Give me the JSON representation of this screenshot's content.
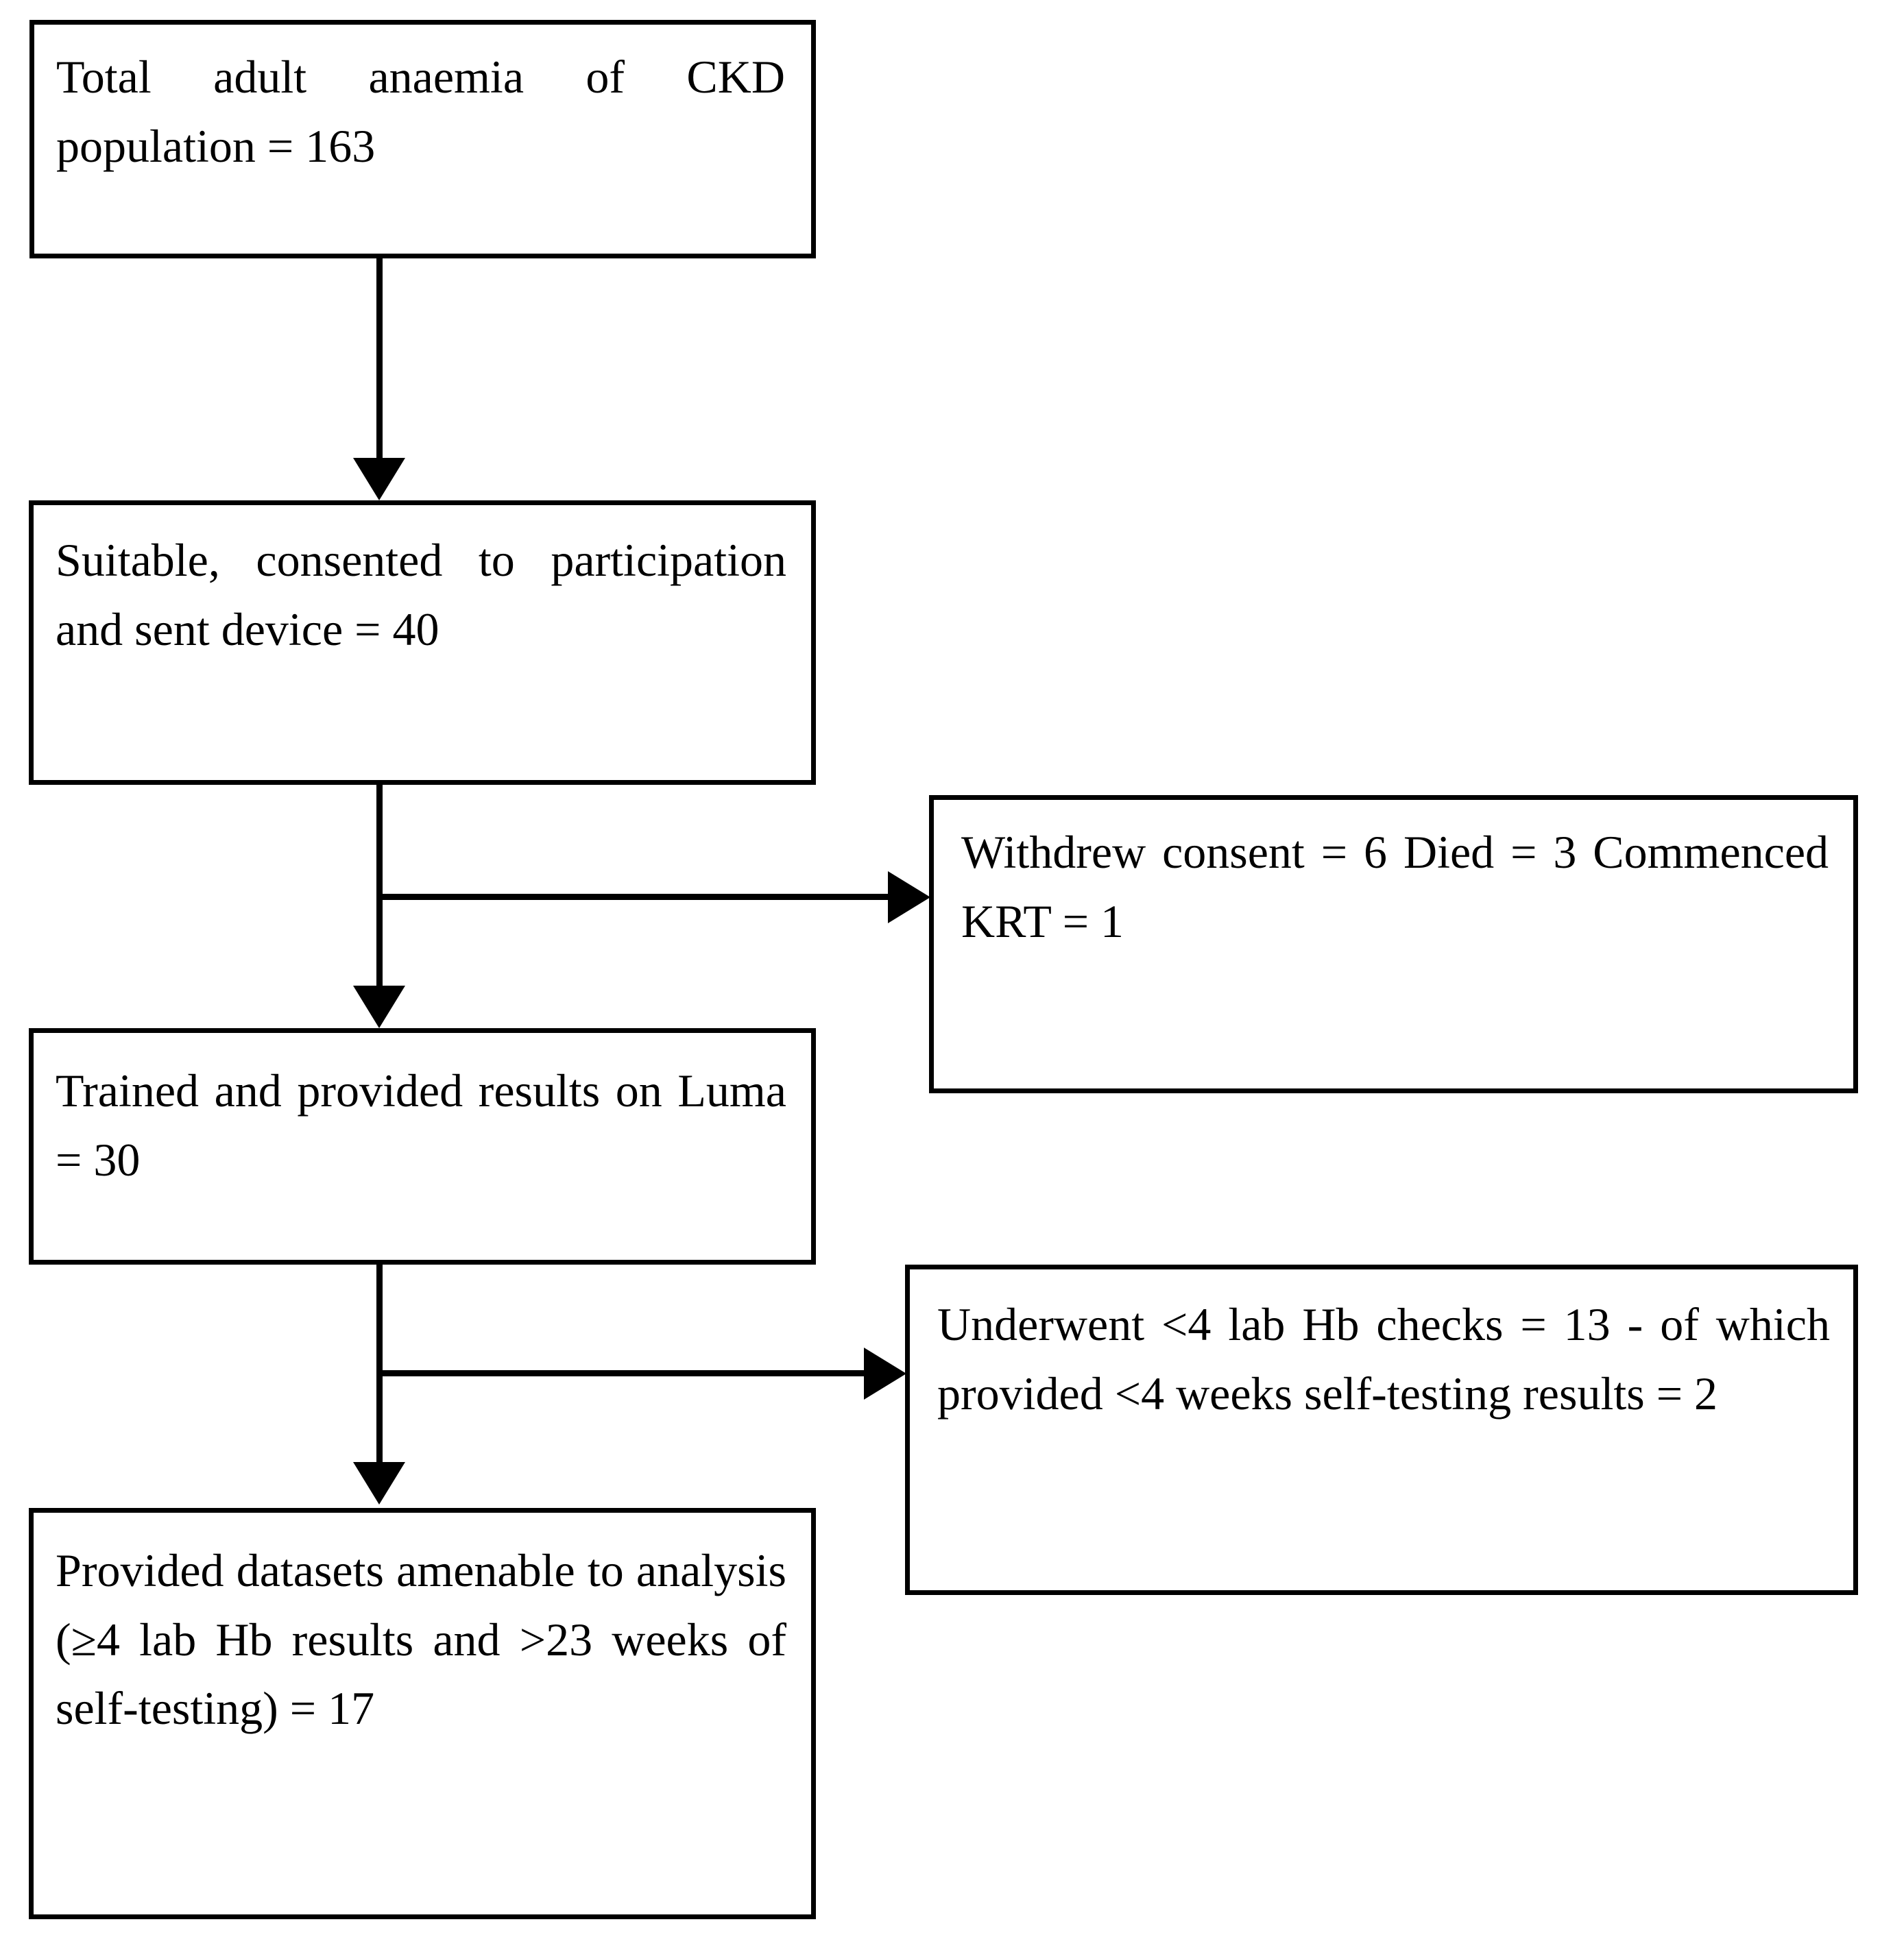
{
  "figure": {
    "kind": "flowchart",
    "orientation": "top-to-bottom",
    "background_color": "#ffffff",
    "line_color": "#000000",
    "text_color": "#000000"
  },
  "nodes": {
    "total_population": {
      "text": "Total adult anaemia of CKD population = 163",
      "count": 163
    },
    "suitable_consented": {
      "text": "Suitable, consented to participation and sent device = 40",
      "count": 40
    },
    "trained_luma": {
      "text": "Trained and provided results on Luma = 30",
      "count": 30
    },
    "excluded_consent": {
      "text": "Withdrew consent = 6          Died = 3                    Commenced KRT = 1"
    },
    "excluded_lab_checks": {
      "text": "Underwent <4 lab Hb checks = 13 - of which provided <4 weeks self-testing results = 2"
    },
    "analysable_datasets": {
      "text": "Provided datasets amenable to analysis (≥4 lab Hb results and >23 weeks of self-testing) = 17",
      "count": 17
    }
  },
  "connectors": {
    "a_total_to_suitable": "arrow-down",
    "b_suitable_to_excluded_consent": "arrow-right",
    "c_suitable_to_trained": "arrow-down",
    "d_trained_to_excluded_lab_checks": "arrow-right",
    "e_trained_to_analysable": "arrow-down"
  }
}
